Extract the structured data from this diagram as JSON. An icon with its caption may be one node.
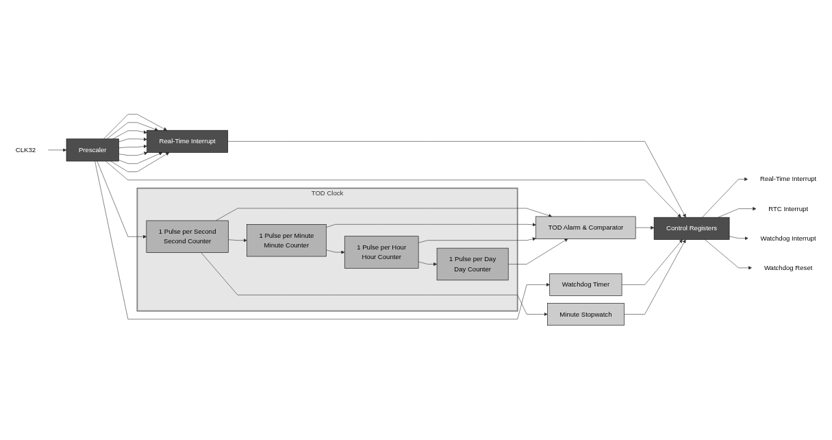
{
  "diagram": {
    "nodes": [
      {
        "text": [
          "TOD Clock"
        ]
      },
      {
        "text": [
          "CLK32"
        ]
      },
      {
        "text": [
          "Real-Time Interrupt"
        ]
      },
      {
        "text": [
          "Prescaler"
        ]
      },
      {
        "text": [
          "1 Pulse per Second",
          "Second Counter"
        ],
        "in": 0
      },
      {
        "text": [
          "1 Pulse per Minute",
          "Minute Counter"
        ],
        "in": 0
      },
      {
        "text": [
          "1 Pulse per Hour",
          "Hour Counter"
        ],
        "in": 0
      },
      {
        "text": [
          "1 Pulse per Day",
          "Day Counter"
        ],
        "in": 0
      },
      {
        "text": [
          "TOD Alarm & Comparator"
        ]
      },
      {
        "text": [
          "Control Registers"
        ]
      },
      {
        "text": [
          "Watchdog Timer"
        ]
      },
      {
        "text": [
          "Minute Stopwatch"
        ]
      },
      {
        "text": [
          "Real-Time Interrupt"
        ]
      },
      {
        "text": [
          "RTC Interrupt"
        ]
      },
      {
        "text": [
          "Watchdog Interrupt"
        ]
      },
      {
        "text": [
          "Watchdog Reset"
        ]
      }
    ],
    "edges": [
      {
        "from": 1,
        "to": 3,
        "arrow": "to"
      },
      {
        "from": 3,
        "to": 2,
        "arrow": "to"
      },
      {
        "from": 3,
        "to": 2,
        "arrow": "to"
      },
      {
        "from": 3,
        "to": 2,
        "arrow": "to"
      },
      {
        "from": 3,
        "to": 2,
        "arrow": "to"
      },
      {
        "from": 3,
        "to": 2,
        "arrow": "to"
      },
      {
        "from": 3,
        "to": 2,
        "arrow": "to"
      },
      {
        "from": 3,
        "to": 2,
        "arrow": "to"
      },
      {
        "from": 3,
        "to": 2,
        "arrow": "to"
      },
      {
        "from": 3,
        "to": 4,
        "arrow": "to"
      },
      {
        "from": 3,
        "to": 10,
        "arrow": "to"
      },
      {
        "from": 4,
        "to": 5,
        "arrow": "to"
      },
      {
        "from": 4,
        "to": 11,
        "arrow": "to"
      },
      {
        "from": 5,
        "to": 6,
        "arrow": "to"
      },
      {
        "from": 6,
        "to": 7,
        "arrow": "to"
      },
      {
        "from": 4,
        "to": 8,
        "arrow": "to"
      },
      {
        "from": 5,
        "to": 8,
        "arrow": "to"
      },
      {
        "from": 6,
        "to": 8,
        "arrow": "to"
      },
      {
        "from": 7,
        "to": 8,
        "arrow": "to"
      },
      {
        "from": 2,
        "to": 9,
        "arrow": "to"
      },
      {
        "from": 3,
        "to": 9,
        "arrow": "to"
      },
      {
        "from": 8,
        "to": 9,
        "arrow": "to"
      },
      {
        "from": 10,
        "to": 9,
        "arrow": "to"
      },
      {
        "from": 11,
        "to": 9,
        "arrow": "to"
      },
      {
        "from": 9,
        "to": 12,
        "arrow": "to"
      },
      {
        "from": 9,
        "to": 13,
        "arrow": "to"
      },
      {
        "from": 9,
        "to": 14,
        "arrow": "to"
      },
      {
        "from": 9,
        "to": 15,
        "arrow": "to"
      }
    ]
  }
}
